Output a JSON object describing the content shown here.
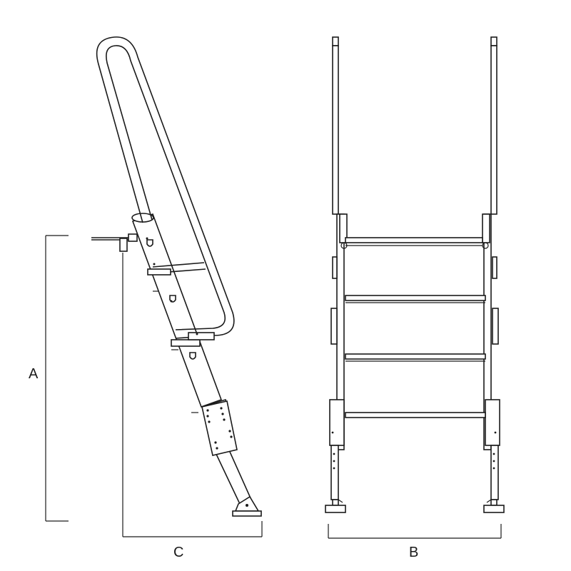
{
  "labels": {
    "dimension_a": "A",
    "dimension_b": "B",
    "dimension_c": "C"
  },
  "colors": {
    "line": "#1a1a1a",
    "background": "#ffffff"
  }
}
